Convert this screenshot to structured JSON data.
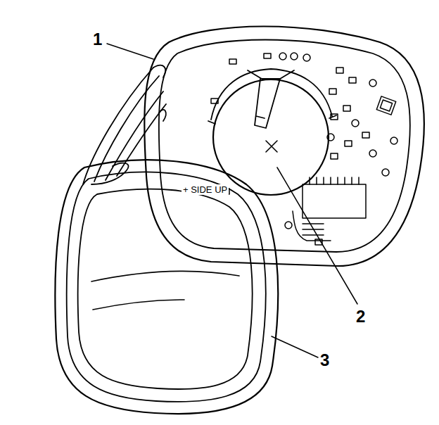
{
  "diagram": {
    "labels": [
      "1",
      "+ SIDE UP",
      "2",
      "3"
    ]
  }
}
